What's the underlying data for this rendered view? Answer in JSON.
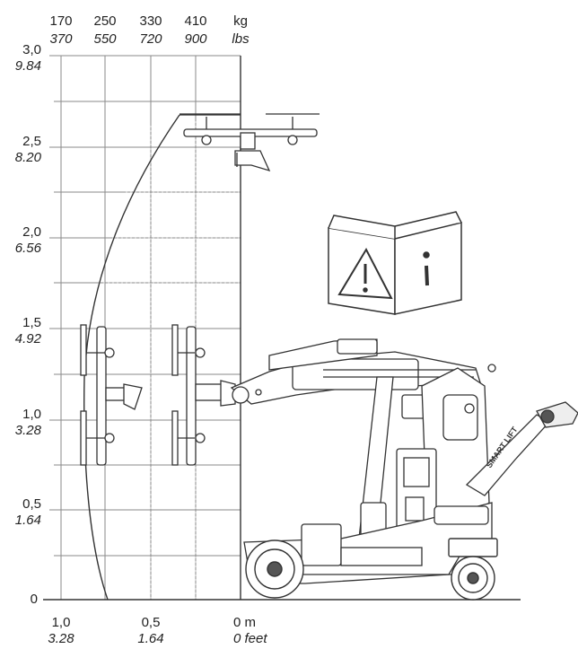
{
  "top_axis": {
    "kg_ticks": [
      "170",
      "250",
      "330",
      "410"
    ],
    "kg_unit": "kg",
    "lbs_ticks": [
      "370",
      "550",
      "720",
      "900"
    ],
    "lbs_unit": "lbs"
  },
  "left_axis": {
    "ticks": [
      {
        "m": "3,0",
        "ft": "9.84"
      },
      {
        "m": "2,5",
        "ft": "8.20"
      },
      {
        "m": "2,0",
        "ft": "6.56"
      },
      {
        "m": "1,5",
        "ft": "4.92"
      },
      {
        "m": "1,0",
        "ft": "3.28"
      },
      {
        "m": "0,5",
        "ft": "1.64"
      }
    ],
    "zero": "0"
  },
  "bottom_axis": {
    "ticks": [
      {
        "m": "1,0",
        "ft": "3.28"
      },
      {
        "m": "0,5",
        "ft": "1.64"
      }
    ],
    "zero_m": "0 m",
    "zero_ft": "0 feet"
  },
  "manual_sign": {
    "warning_glyph": "!",
    "info_glyph": "i",
    "icons": [
      "warning-triangle-icon",
      "info-icon"
    ]
  },
  "machine": {
    "brand_text": "SMART LIFT"
  },
  "colors": {
    "line": "#333333",
    "grid": "#8a8a8a",
    "dotted": "#b5b5b5",
    "machine_fill": "#ffffff",
    "machine_dark": "#444444"
  }
}
